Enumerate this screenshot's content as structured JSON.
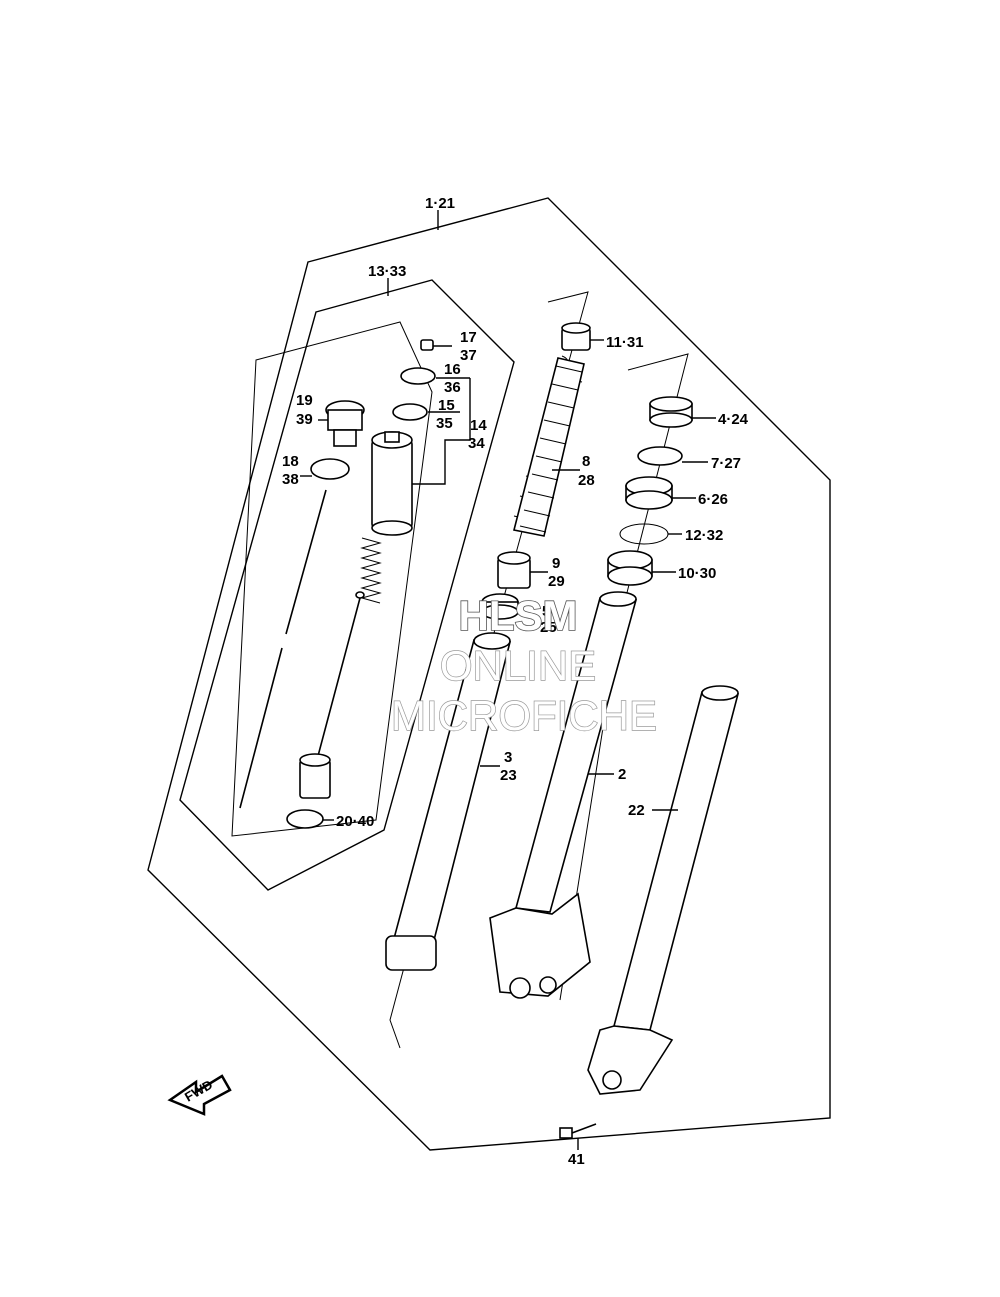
{
  "labels": {
    "l1_21": "1·21",
    "l13_33": "13·33",
    "l17": "17",
    "l37": "37",
    "l16": "16",
    "l36": "36",
    "l15": "15",
    "l35": "35",
    "l14": "14",
    "l34": "34",
    "l19": "19",
    "l39": "39",
    "l18": "18",
    "l38": "38",
    "l20_40": "20·40",
    "l11_31": "11·31",
    "l8": "8",
    "l28": "28",
    "l9": "9",
    "l29": "29",
    "l5": "5",
    "l25": "25",
    "l3": "3",
    "l23": "23",
    "l2": "2",
    "l22": "22",
    "l4_24": "4·24",
    "l7_27": "7·27",
    "l6_26": "6·26",
    "l12_32": "12·32",
    "l10_30": "10·30",
    "l41": "41"
  },
  "fwd": "FWD",
  "watermark": {
    "line1": "HLSM",
    "line2": "ONLINE",
    "line3": "MICROFICHE"
  }
}
